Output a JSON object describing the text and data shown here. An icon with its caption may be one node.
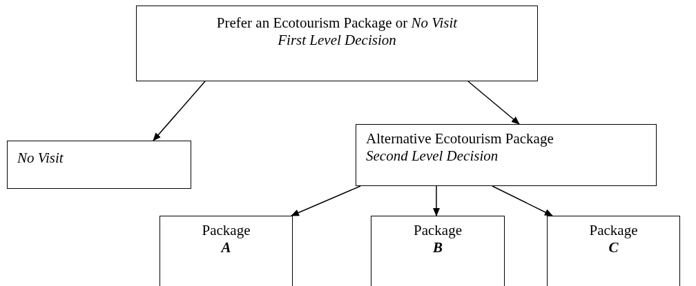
{
  "diagram": {
    "nodes": [
      {
        "text": [
          "Prefer an Ecotourism Package or *No Visit*",
          "First Level Decision"
        ]
      },
      {
        "text": [
          "No Visit"
        ]
      },
      {
        "text": [
          "Alternative Ecotourism Package",
          "Second Level Decision"
        ]
      },
      {
        "text": [
          "Package",
          "A"
        ]
      },
      {
        "text": [
          "Package",
          "B"
        ]
      },
      {
        "text": [
          "Package",
          "C"
        ]
      }
    ],
    "edges": [
      {
        "from": 0,
        "to": 1,
        "arrow": "to"
      },
      {
        "from": 0,
        "to": 2,
        "arrow": "to"
      },
      {
        "from": 2,
        "to": 3,
        "arrow": "to"
      },
      {
        "from": 2,
        "to": 4,
        "arrow": "to"
      },
      {
        "from": 2,
        "to": 5,
        "arrow": "to"
      }
    ]
  }
}
